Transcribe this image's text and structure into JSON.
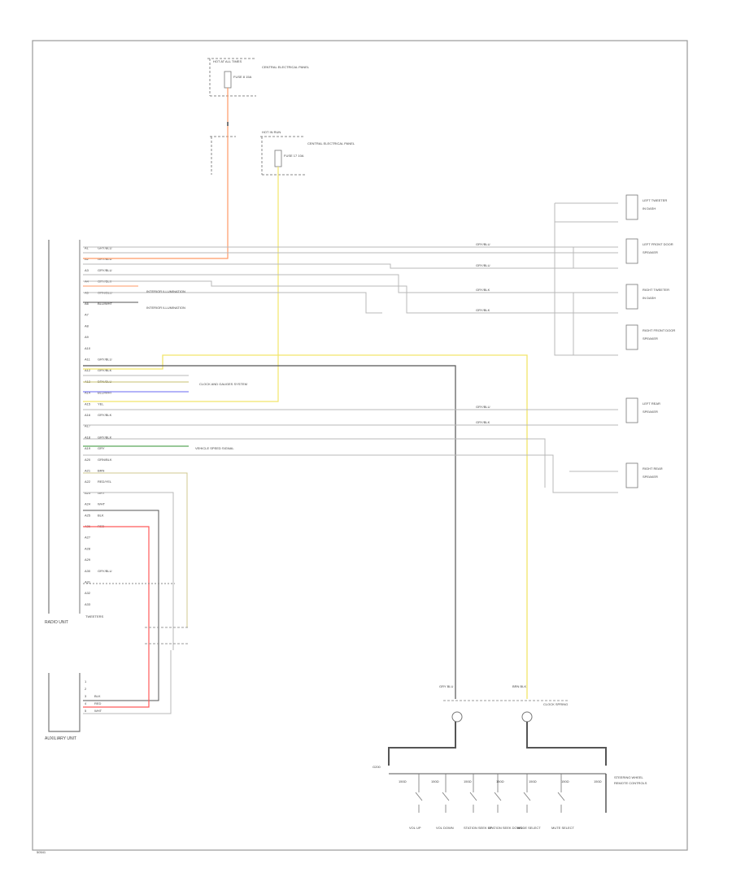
{
  "diagram": {
    "radio_unit_label": "RADIO UNIT",
    "auxiliary_label": "AUXILIARY UNIT",
    "tweeter_header": "TWEETERS",
    "ground_label": "G200",
    "page_ref": "50541",
    "fuse_top": {
      "box": "HOT AT ALL TIMES",
      "fuse": "FUSE 8 15A",
      "desc": "CENTRAL ELECTRICAL PANEL"
    },
    "fuse_mid": {
      "box": "HOT IN RUN",
      "fuse": "FUSE 17 10A",
      "desc": "CENTRAL ELECTRICAL PANEL"
    },
    "radio_pins": [
      {
        "pin": "A1",
        "wire": "GRY/BLU"
      },
      {
        "pin": "A2",
        "wire": "GRY/BLU"
      },
      {
        "pin": "A3",
        "wire": "GRY/BLU"
      },
      {
        "pin": "A4",
        "wire": "GRY/BLK"
      },
      {
        "pin": "A5",
        "wire": "ORN/BLU"
      },
      {
        "pin": "A6",
        "wire": "BLU/WHT"
      },
      {
        "pin": "A7",
        "wire": ""
      },
      {
        "pin": "A8",
        "wire": ""
      },
      {
        "pin": "A9",
        "wire": ""
      },
      {
        "pin": "A10",
        "wire": ""
      },
      {
        "pin": "A11",
        "wire": "GRY/BLU"
      },
      {
        "pin": "A12",
        "wire": "GRY/BLK"
      },
      {
        "pin": "A13",
        "wire": "BRN/BLU"
      },
      {
        "pin": "A14",
        "wire": "BLU/WHT"
      },
      {
        "pin": "A15",
        "wire": "YEL"
      },
      {
        "pin": "A16",
        "wire": "GRY/BLK"
      },
      {
        "pin": "A17",
        "wire": ""
      },
      {
        "pin": "A18",
        "wire": "GRY/BLK"
      },
      {
        "pin": "A19",
        "wire": "GRY"
      },
      {
        "pin": "A20",
        "wire": "GRN/BLK"
      },
      {
        "pin": "A21",
        "wire": "BRN"
      },
      {
        "pin": "A22",
        "wire": "RED/YEL"
      },
      {
        "pin": "A23",
        "wire": "GRY"
      },
      {
        "pin": "A24",
        "wire": "WHT"
      },
      {
        "pin": "A25",
        "wire": "BLK"
      },
      {
        "pin": "A26",
        "wire": "RED"
      },
      {
        "pin": "A27",
        "wire": ""
      },
      {
        "pin": "A28",
        "wire": ""
      },
      {
        "pin": "A29",
        "wire": ""
      },
      {
        "pin": "A30",
        "wire": "GRY/BLU"
      },
      {
        "pin": "A31",
        "wire": ""
      },
      {
        "pin": "A32",
        "wire": ""
      },
      {
        "pin": "A33",
        "wire": ""
      }
    ],
    "aux_pins": [
      {
        "pin": "1",
        "wire": ""
      },
      {
        "pin": "2",
        "wire": ""
      },
      {
        "pin": "3",
        "wire": "BLK"
      },
      {
        "pin": "4",
        "wire": "RED"
      },
      {
        "pin": "5",
        "wire": "WHT"
      }
    ],
    "annotations": [
      "INTERIOR ILLUMINATION",
      "INTERIOR ILLUMINATION",
      "CLOCK AND GAUGES SYSTEM",
      "VEHICLE SPEED SIGNAL"
    ],
    "speakers": [
      {
        "name": "LEFT TWEETER",
        "note": "IN DASH"
      },
      {
        "name": "LEFT FRONT DOOR",
        "note": "SPEAKER"
      },
      {
        "name": "RIGHT TWEETER",
        "note": "IN DASH"
      },
      {
        "name": "RIGHT FRONT DOOR",
        "note": "SPEAKER"
      },
      {
        "name": "LEFT REAR",
        "note": "SPEAKER"
      },
      {
        "name": "RIGHT REAR",
        "note": "SPEAKER"
      }
    ],
    "speaker_wires": [
      "GRY/BLU",
      "GRY/BLU",
      "GRY/BLK",
      "GRY/BLK",
      "GRY/BLU",
      "GRY/BLK"
    ],
    "steering": {
      "title": "STEERING WHEEL",
      "sub": "REMOTE CONTROLS",
      "left_pin": "GRY BLU",
      "right_pin": "BRN BLK",
      "clock_spring": "CLOCK SPRING"
    },
    "switches": [
      {
        "label": "VOL UP"
      },
      {
        "label": "VOL DOWN"
      },
      {
        "label": "STATION SEEK UP"
      },
      {
        "label": "STATION SEEK DOWN"
      },
      {
        "label": "MODE SELECT"
      },
      {
        "label": "MUTE SELECT"
      }
    ],
    "switch_res": [
      "150Ω",
      "150Ω",
      "150Ω",
      "150Ω",
      "150Ω",
      "150Ω",
      "150Ω"
    ]
  },
  "colors": {
    "frame": "#999999",
    "wire_gray": "#b8b8b8",
    "wire_dark": "#555555",
    "wire_yellow": "#f2e56a",
    "wire_orange": "#ff9a66",
    "wire_red": "#ff5a5a",
    "wire_blue": "#6a6af2",
    "wire_green": "#5aa85a",
    "wire_olive": "#d0c890"
  }
}
